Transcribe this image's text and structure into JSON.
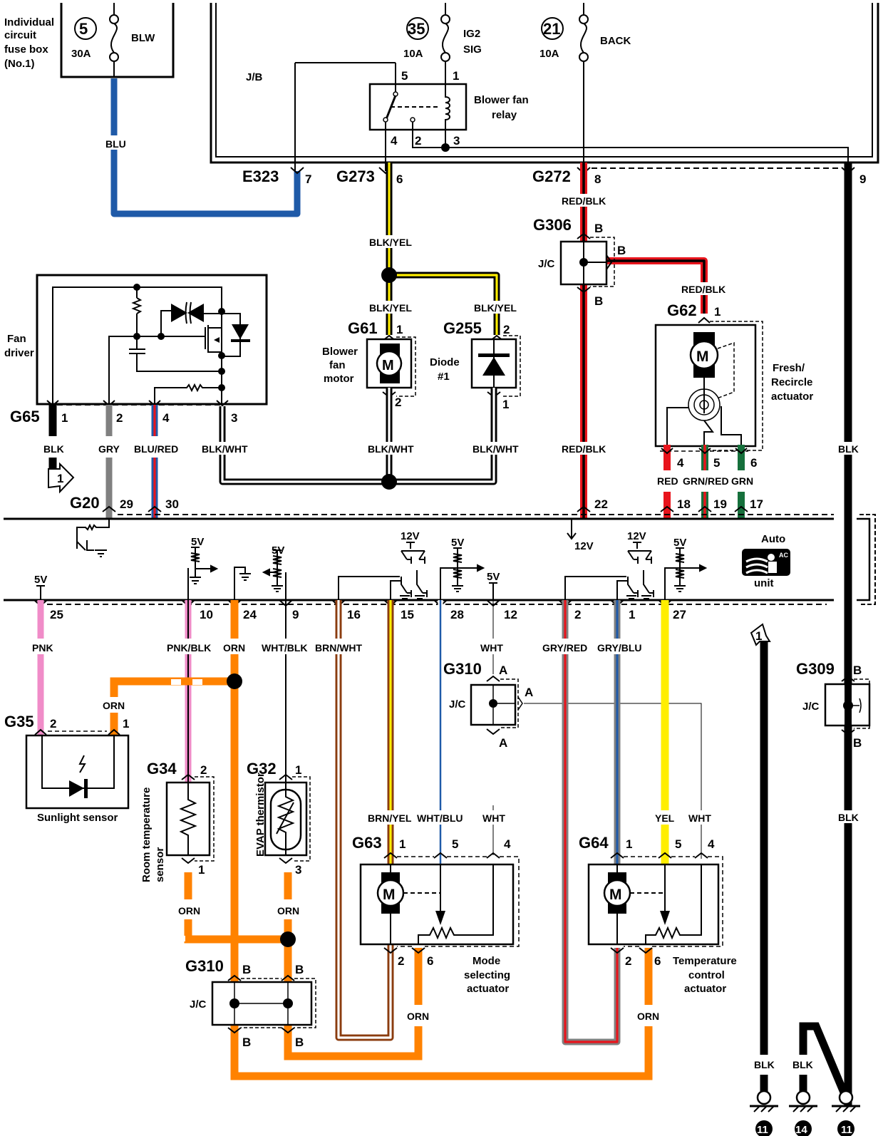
{
  "colors": {
    "BLU": "#1f5aa8",
    "BLK": "#000000",
    "YEL": "#ffee00",
    "RED": "#e8141c",
    "GRY": "#808080",
    "PNK": "#f08cc8",
    "ORN": "#ff8200",
    "BRN": "#8b3c0f",
    "GRN": "#16703c",
    "WHT": "#ffffff"
  },
  "fuse_box": {
    "label_lines": [
      "Individual",
      "circuit",
      "fuse box",
      "(No.1)"
    ]
  },
  "fuses": [
    {
      "number": "5",
      "rating": "30A",
      "name_lines": [
        "BLW"
      ]
    },
    {
      "number": "35",
      "rating": "10A",
      "name_lines": [
        "IG2",
        "SIG"
      ]
    },
    {
      "number": "21",
      "rating": "10A",
      "name_lines": [
        "BACK"
      ]
    }
  ],
  "jb_label": "J/B",
  "relay": {
    "label_lines": [
      "Blower fan",
      "relay"
    ],
    "pins": [
      "5",
      "1",
      "4",
      "2",
      "3"
    ]
  },
  "connectors": {
    "E323": {
      "name": "E323",
      "pin": "7"
    },
    "G273": {
      "name": "G273",
      "pin": "6"
    },
    "G272": {
      "name": "G272",
      "pin": "8"
    },
    "G306": {
      "name": "G306",
      "pin_top": "B",
      "pin_right": "B",
      "pin_bottom": "B",
      "jc": "J/C"
    },
    "J9": {
      "pin": "9"
    },
    "G65": {
      "name": "G65",
      "pins": [
        "1",
        "2",
        "4",
        "3"
      ]
    },
    "G61": {
      "name": "G61",
      "pins": [
        "1",
        "2"
      ]
    },
    "G255": {
      "name": "G255",
      "pins": [
        "2",
        "1"
      ]
    },
    "G62": {
      "name": "G62",
      "pins": [
        "1",
        "4",
        "5",
        "6"
      ]
    },
    "G20": {
      "name": "G20",
      "pins": [
        "29",
        "30",
        "22",
        "18",
        "19",
        "17"
      ]
    },
    "ecu_pins": [
      "25",
      "10",
      "24",
      "9",
      "16",
      "15",
      "28",
      "12",
      "2",
      "1",
      "27"
    ],
    "G310A": {
      "name": "G310",
      "pin": "A",
      "jc": "J/C"
    },
    "G309": {
      "name": "G309",
      "pin": "B",
      "jc": "J/C"
    },
    "G35": {
      "name": "G35",
      "pins": [
        "2",
        "1"
      ]
    },
    "G34": {
      "name": "G34",
      "pins": [
        "2",
        "1"
      ]
    },
    "G32": {
      "name": "G32",
      "pins": [
        "1",
        "3"
      ]
    },
    "G63": {
      "name": "G63",
      "pins": [
        "1",
        "5",
        "4",
        "2",
        "6"
      ]
    },
    "G64": {
      "name": "G64",
      "pins": [
        "1",
        "5",
        "4",
        "2",
        "6"
      ]
    },
    "G310B": {
      "name": "G310",
      "pin": "B",
      "jc": "J/C"
    }
  },
  "wire_labels": {
    "blu": "BLU",
    "blk_yel": "BLK/YEL",
    "red_blk": "RED/BLK",
    "blk": "BLK",
    "gry": "GRY",
    "blu_red": "BLU/RED",
    "blk_wht": "BLK/WHT",
    "red": "RED",
    "grn_red": "GRN/RED",
    "grn": "GRN",
    "pnk": "PNK",
    "pnk_blk": "PNK/BLK",
    "orn": "ORN",
    "wht_blk": "WHT/BLK",
    "brn_wht": "BRN/WHT",
    "wht": "WHT",
    "gry_red": "GRY/RED",
    "gry_blu": "GRY/BLU",
    "brn_yel": "BRN/YEL",
    "wht_blu": "WHT/BLU",
    "yel": "YEL"
  },
  "components": {
    "fan_driver": [
      "Fan",
      "driver"
    ],
    "blower_motor": [
      "Blower",
      "fan",
      "motor"
    ],
    "diode": [
      "Diode",
      "#1"
    ],
    "fresh_recircle": [
      "Fresh/",
      "Recircle",
      "actuator"
    ],
    "auto_ac": [
      "Auto",
      "unit"
    ],
    "auto_ac_badge": "AC",
    "sunlight_sensor": "Sunlight sensor",
    "room_temp_sensor": [
      "Room temperature",
      "sensor"
    ],
    "evap_thermistor": "EVAP thermistor",
    "mode_actuator": [
      "Mode",
      "selecting",
      "actuator"
    ],
    "temp_actuator": [
      "Temperature",
      "control",
      "actuator"
    ],
    "motor_symbol": "M"
  },
  "voltages": {
    "v5": "5V",
    "v12": "12V"
  },
  "arrow_ref": "1",
  "grounds": [
    "11",
    "14",
    "11"
  ]
}
